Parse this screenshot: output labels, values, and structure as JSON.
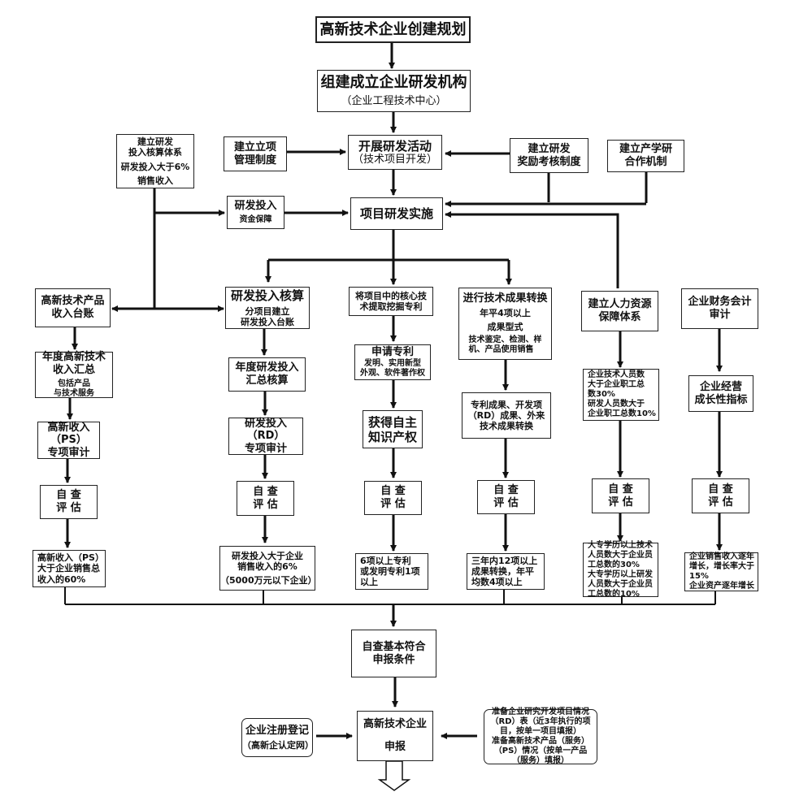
{
  "title": "高新技术企业创建规划",
  "org": {
    "main": "组建成立企业研发机构",
    "sub": "（企业工程技术中心）"
  },
  "activity": {
    "main": "开展研发活动",
    "sub": "（技术项目开发）"
  },
  "project_mgmt": "建立立项\n管理制度",
  "rd_accounting_system": {
    "main": "建立研发\n投入核算体系",
    "note1": "研发投入大于6%",
    "note2": "销售收入"
  },
  "reward_system": "建立研发\n奖励考核制度",
  "industry_academia": "建立产学研\n合作机制",
  "funding": {
    "main": "研发投入",
    "sub": "资金保障"
  },
  "implementation": "项目研发实施",
  "columns": {
    "ps": {
      "head": "高新技术产品\n收入台账",
      "summary": {
        "main": "年度高新技术\n收入汇总",
        "sub": "包括产品\n与技术服务"
      },
      "audit": "高新收入\n（PS）\n专项审计",
      "self_check": "自  查\n评  估",
      "criteria": "高新收入（PS）\n大于企业销售总\n收入的60%"
    },
    "rd": {
      "head": {
        "main": "研发投入核算",
        "sub": "分项目建立\n研发投入台账"
      },
      "summary": "年度研发投入\n汇总核算",
      "audit": "研发投入\n（RD）\n专项审计",
      "self_check": "自  查\n评  估",
      "criteria": {
        "main": "研发投入大于企业\n销售收入的6%",
        "sub": "（5000万元以下企业）"
      }
    },
    "ip": {
      "head": "将项目中的核心技\n术提取挖掘专利",
      "apply": {
        "main": "申请专利",
        "sub": "发明、实用新型\n外观、软件著作权"
      },
      "own": "获得自主\n知识产权",
      "self_check": "自  查\n评  估",
      "criteria": "6项以上专利\n或发明专利1项\n以上"
    },
    "transfer": {
      "head": {
        "main": "进行技术成果转换",
        "l2": "年平4项以上",
        "l3": "成果型式",
        "l4": "技术鉴定、检测、样\n机、产品使用销售"
      },
      "result": "专利成果、开发项\n（RD）成果、外来\n技术成果转换",
      "self_check": "自  查\n评  估",
      "criteria": "三年内12项以上\n成果转换，年平\n均数4项以上"
    },
    "hr": {
      "head": "建立人力资源\n保障体系",
      "ratio": "企业技术人员数\n大于企业职工总\n数30%\n研发人员数大于\n企业职工总数10%",
      "self_check": "自  查\n评  估",
      "criteria": "大专学历以上技术\n人员数大于企业员\n工总数的30%\n大专学历以上研发\n人员数大于企业员\n工总数的10%"
    },
    "finance": {
      "head": "企业财务会计\n审计",
      "growth": "企业经营\n成长性指标",
      "self_check": "自  查\n评  估",
      "criteria": "企业销售收入逐年\n增长，增长率大于\n15%\n企业资产逐年增长"
    }
  },
  "qualified": "自查基本符合\n申报条件",
  "registration": {
    "main": "企业注册登记",
    "sub": "（高新企认定网）"
  },
  "application": {
    "main": "高新技术企业",
    "sub": "申报"
  },
  "prepare": "准备企业研究开发项目情况\n（RD）表（近3年执行的项\n目，按单一项目填报）\n准备高新技术产品（服务）\n（PS）情况（按单一产品\n（服务）填报）"
}
